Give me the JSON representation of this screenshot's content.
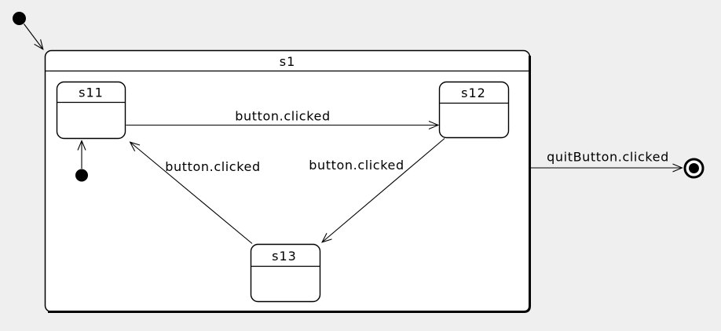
{
  "diagram": {
    "type": "uml-state-machine",
    "composite_state": {
      "id": "s1",
      "label": "s1"
    },
    "states": [
      {
        "id": "s11",
        "label": "s11"
      },
      {
        "id": "s12",
        "label": "s12"
      },
      {
        "id": "s13",
        "label": "s13"
      }
    ],
    "pseudostates": [
      {
        "id": "initial",
        "kind": "initial-state"
      },
      {
        "id": "initial-s11",
        "kind": "initial-state",
        "parent": "s1"
      },
      {
        "id": "final",
        "kind": "final-state"
      }
    ],
    "transitions": [
      {
        "from": "initial",
        "to": "s1",
        "label": ""
      },
      {
        "from": "initial-s11",
        "to": "s11",
        "label": ""
      },
      {
        "from": "s11",
        "to": "s12",
        "label": "button.clicked"
      },
      {
        "from": "s13",
        "to": "s11",
        "label": "button.clicked"
      },
      {
        "from": "s12",
        "to": "s13",
        "label": "button.clicked"
      },
      {
        "from": "s1",
        "to": "final",
        "label": "quitButton.clicked"
      }
    ]
  },
  "colors": {
    "background": "#efefef",
    "state_fill": "#ffffff",
    "stroke": "#000000",
    "text": "#000000"
  }
}
